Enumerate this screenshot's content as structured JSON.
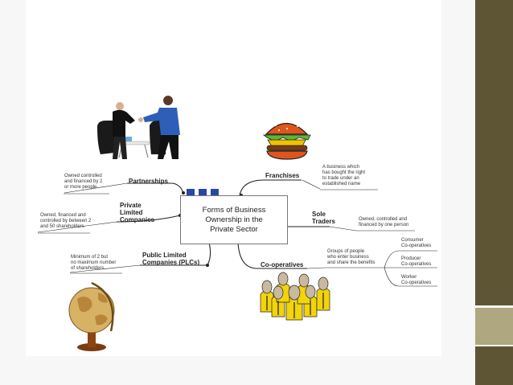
{
  "diagram": {
    "central": {
      "line1": "Forms of Business",
      "line2": "Ownership in the",
      "line3": "Private Sector"
    },
    "branches": {
      "partnerships": {
        "label": "Partnerships",
        "desc": [
          "Owned controlled",
          "and financed by 2",
          "or more people"
        ]
      },
      "private_limited": {
        "label": [
          "Private",
          "Limited",
          "Companies"
        ],
        "desc": [
          "Owned, financed and",
          "controlled by between 2",
          "and 50 shareholders"
        ]
      },
      "plc": {
        "label": [
          "Public Limited",
          "Companies (PLCs)"
        ],
        "desc": [
          "Minimum of 2 but",
          "no maximum number",
          "of shareholders"
        ]
      },
      "franchises": {
        "label": "Franchises",
        "desc": [
          "A business which",
          "has bought the right",
          "to trade under an",
          "established name"
        ]
      },
      "sole_traders": {
        "label": [
          "Sole",
          "Traders"
        ],
        "desc": [
          "Owned, controlled and",
          "financed by one person"
        ]
      },
      "cooperatives": {
        "label": "Co-operatives",
        "desc": [
          "Groups of people",
          "who enter business",
          "and share the benefits"
        ],
        "types": [
          [
            "Consumer",
            "Co-operatives"
          ],
          [
            "Producer",
            "Co-operatives"
          ],
          [
            "Worker",
            "Co-operatives"
          ]
        ]
      }
    }
  },
  "colors": {
    "sidebar_dark": "#5e5535",
    "sidebar_light": "#aea77f",
    "accent_squares": "#2b46a8"
  },
  "icons": [
    "handshake-image",
    "burger-image",
    "globe-image",
    "crowd-image"
  ]
}
